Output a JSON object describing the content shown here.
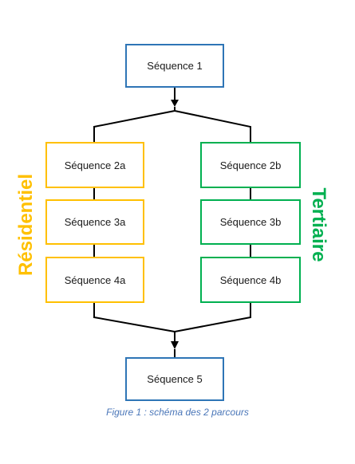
{
  "colors": {
    "blue": "#2e75b6",
    "yellow": "#ffc000",
    "green": "#00b050",
    "line": "#000000",
    "caption": "#4a76b8"
  },
  "boxes": {
    "seq1": "Séquence 1",
    "seq2a": "Séquence 2a",
    "seq3a": "Séquence 3a",
    "seq4a": "Séquence 4a",
    "seq2b": "Séquence 2b",
    "seq3b": "Séquence 3b",
    "seq4b": "Séquence 4b",
    "seq5": "Séquence 5"
  },
  "labels": {
    "left": "Résidentiel",
    "right": "Tertiaire"
  },
  "caption": "Figure 1 : schéma des 2 parcours"
}
